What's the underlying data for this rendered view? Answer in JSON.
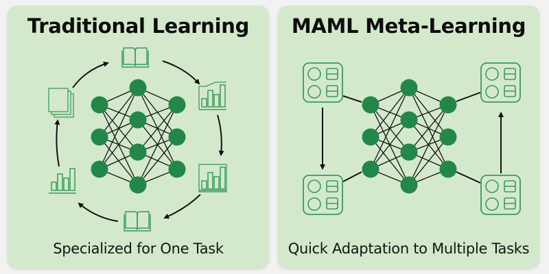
{
  "colors": {
    "background": "#f2f2f2",
    "panel": "#d4e9cc",
    "node": "#23874a",
    "icon_stroke": "#3a9a5a",
    "edge": "#111111"
  },
  "left_panel": {
    "title": "Traditional Learning",
    "caption": "Specialized for One Task",
    "cycle_icons": [
      "book-icon",
      "bar-chart-icon",
      "bar-chart-icon",
      "book-icon",
      "bar-chart-icon",
      "document-stack-icon"
    ]
  },
  "right_panel": {
    "title": "MAML Meta-Learning",
    "caption": "Quick Adaptation to Multiple Tasks",
    "task_icons": [
      "task-grid-icon",
      "task-grid-icon",
      "task-grid-icon",
      "task-grid-icon"
    ]
  },
  "network": {
    "layers": [
      3,
      4,
      3
    ]
  }
}
